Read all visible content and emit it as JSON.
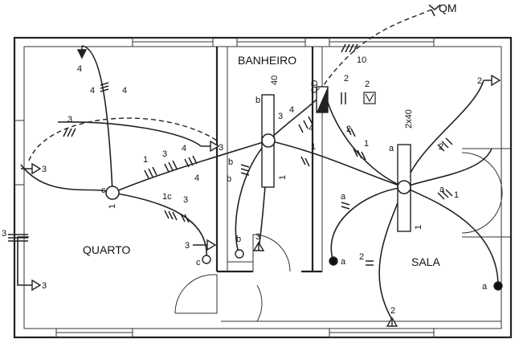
{
  "rooms": {
    "bedroom": "QUARTO",
    "bathroom": "BANHEIRO",
    "living": "SALA"
  },
  "board": {
    "meter": "QM",
    "panel": "QD"
  },
  "circuits": {
    "service_feed": "10",
    "bedroom_left": "3",
    "bedroom_upper_pair": "4",
    "bedroom_point_top": "4",
    "bedroom_dashed": "3",
    "bedroom_outlet_upper": "3",
    "bedroom_outlet_lower": "3",
    "bedroom_outlet_door": "3",
    "bedroom_feed_a": "1",
    "bedroom_feed_b": "3",
    "bedroom_feed_c": "4",
    "bedroom_feed_d": "4",
    "bedroom_switch_run_a": "1c",
    "bedroom_switch_run_b": "3",
    "bath_light_a": "3",
    "bath_light_b": "4",
    "bath_light_c": "b",
    "bath_switch_label": "b",
    "bath_switch_run": "b",
    "bath_outlet": "3",
    "bath_panel_run_a": "4",
    "bath_panel_run_b": "1",
    "panel_outlet": "2",
    "panel_outlet_b": "2",
    "living_run_a": "1",
    "living_run_b": "2",
    "living_run_c": "a",
    "living_run_d": "1",
    "living_run_e": "2",
    "living_run_f": "a",
    "living_run_g": "2",
    "living_outlet_top": "2",
    "living_outlet_bottom": "2"
  },
  "fixtures": {
    "bedroom_light_circuit": "1",
    "bedroom_light_id": "c",
    "bath_light_power": "40",
    "bath_light_id": "b",
    "bath_light_circuit": "1",
    "living_light_power": "2x40",
    "living_light_id": "a",
    "living_light_circuit": "1"
  },
  "switches": {
    "bedroom": "c",
    "bath": "b",
    "living_left": "a",
    "living_right": "a"
  }
}
